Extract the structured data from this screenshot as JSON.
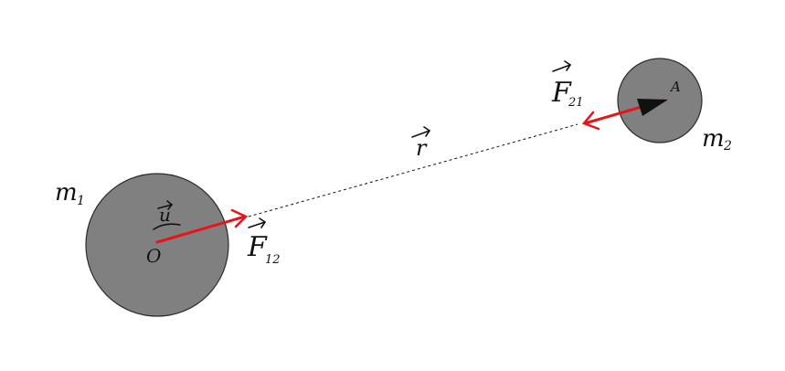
{
  "colors": {
    "background": "#ffffff",
    "mass_fill": "#808080",
    "mass_stroke": "#2a2a2a",
    "force": "#e8141b",
    "line": "#111111",
    "unit_vector": "#111111"
  },
  "labels": {
    "mass1": {
      "main": "m",
      "sub": "1"
    },
    "mass2": {
      "main": "m",
      "sub": "2"
    },
    "origin": "O",
    "point_a": "A",
    "r_vector": "r",
    "unit_vector": "u",
    "force12": {
      "main": "F",
      "sub": "12"
    },
    "force21": {
      "main": "F",
      "sub": "21"
    }
  },
  "icons": {
    "vector_arrow": "right-arrow-over-symbol",
    "force_arrowhead": "open-chevron-arrowhead",
    "unit_vector_arrowhead": "filled-triangle-arrowhead"
  }
}
